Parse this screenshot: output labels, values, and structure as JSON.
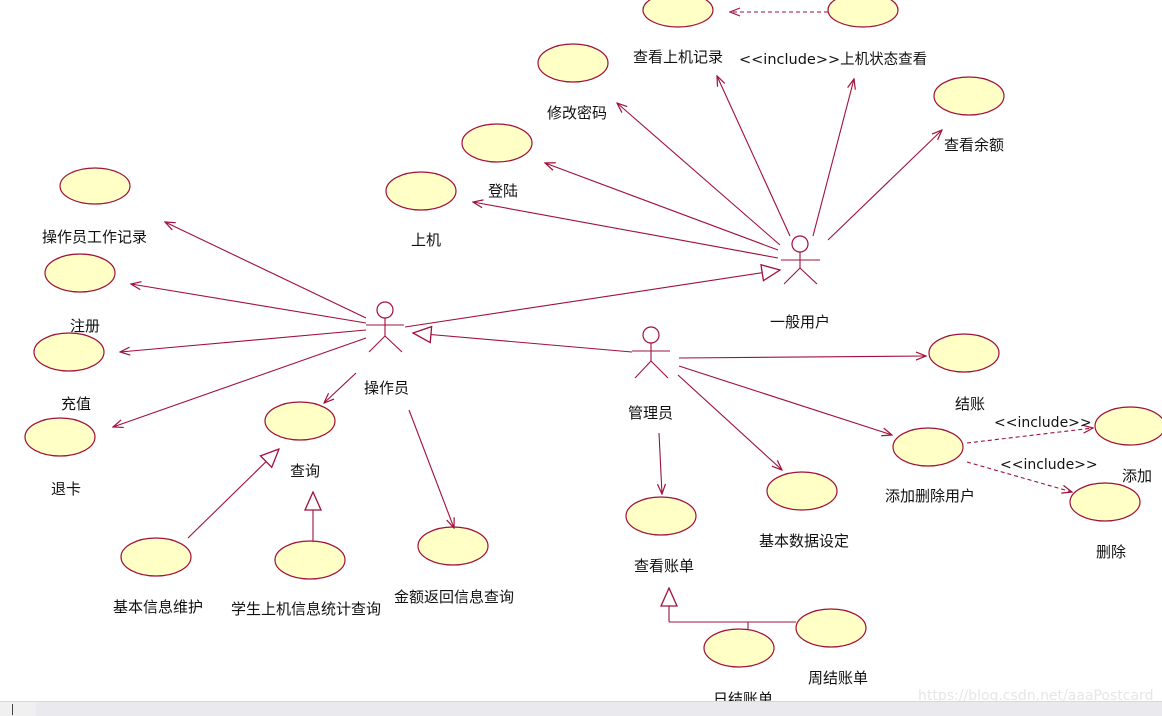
{
  "actors": {
    "general_user": "一般用户",
    "operator": "操作员",
    "admin": "管理员"
  },
  "use_cases": {
    "view_login_records": "查看上机记录",
    "include_status": "<<include>>上机状态查看",
    "change_password": "修改密码",
    "view_balance": "查看余额",
    "login": "登陆",
    "go_online": "上机",
    "operator_work_records": "操作员工作记录",
    "register": "注册",
    "recharge": "充值",
    "refund_card": "退卡",
    "query": "查询",
    "basic_info_maintenance": "基本信息维护",
    "student_stats_query": "学生上机信息统计查询",
    "refund_info_query": "金额返回信息查询",
    "checkout": "结账",
    "add_delete_user": "添加删除用户",
    "add": "添加",
    "delete": "删除",
    "basic_data_setting": "基本数据设定",
    "view_bill": "查看账单",
    "daily_bill": "日结账单",
    "weekly_bill": "周结账单"
  },
  "include_labels": {
    "add": "<<include>>",
    "delete": "<<include>>"
  },
  "watermark": "https://blog.csdn.net/aaaPostcard",
  "colors": {
    "usecase_fill": "#ffffc6",
    "line": "#a0103a"
  }
}
